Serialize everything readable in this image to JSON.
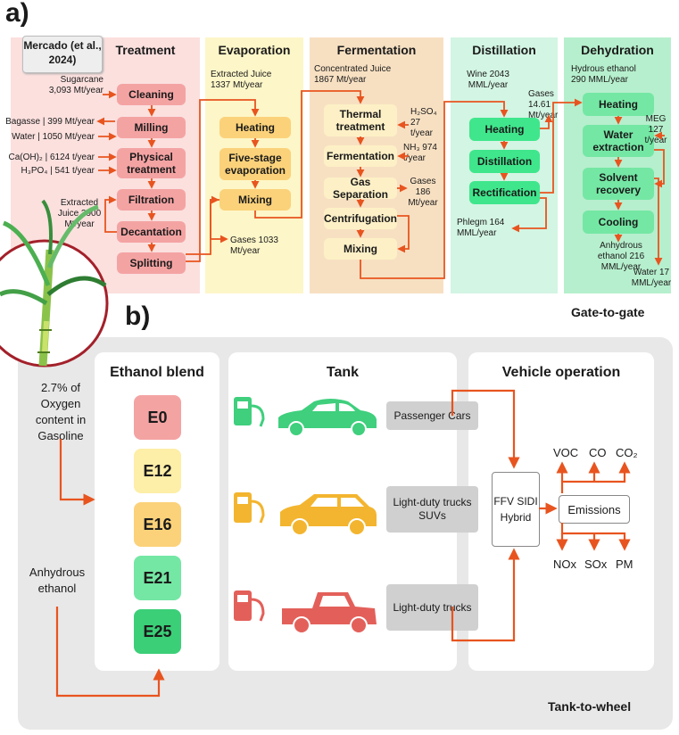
{
  "panel_a_label": "a)",
  "panel_b_label": "b)",
  "mercado": "Mercado (et al., 2024)",
  "gate_to_gate": "Gate-to-gate",
  "tank_to_wheel": "Tank-to-wheel",
  "treatment": {
    "title": "Treatment",
    "boxes": [
      "Cleaning",
      "Milling",
      "Physical treatment",
      "Filtration",
      "Decantation",
      "Splitting"
    ],
    "notes": {
      "sugarcane": "Sugarcane 3,093 Mt/year",
      "bagasse": "Bagasse | 399 Mt/year",
      "water": "Water | 1050 Mt/year",
      "caoh": "Ca(OH)₂ | 6124 t/year",
      "h3po4": "H₃PO₄ | 541 t/year",
      "juice": "Extracted Juice 2900 Mt/year"
    }
  },
  "evaporation": {
    "title": "Evaporation",
    "boxes": [
      "Heating",
      "Five-stage evaporation",
      "Mixing"
    ],
    "notes": {
      "in": "Extracted Juice 1337 Mt/year",
      "gases": "Gases 1033 Mt/year"
    }
  },
  "fermentation": {
    "title": "Fermentation",
    "boxes": [
      "Thermal treatment",
      "Fermentation",
      "Gas Separation",
      "Centrifugation",
      "Mixing"
    ],
    "notes": {
      "in": "Concentrated Juice 1867 Mt/year",
      "h2so4": "H₂SO₄ 27 t/year",
      "nh3": "NH₃ 974 t/year",
      "gases": "Gases 186 Mt/year"
    }
  },
  "distillation": {
    "title": "Distillation",
    "boxes": [
      "Heating",
      "Distillation",
      "Rectification"
    ],
    "notes": {
      "wine": "Wine 2043 MML/year",
      "gases": "Gases 14.61 Mt/year",
      "phlegm": "Phlegm 164 MML/year"
    }
  },
  "dehydration": {
    "title": "Dehydration",
    "boxes": [
      "Heating",
      "Water extraction",
      "Solvent recovery",
      "Cooling"
    ],
    "notes": {
      "in": "Hydrous ethanol 290 MML/year",
      "meg": "MEG 127 t/year",
      "out": "Anhydrous ethanol 216 MML/year",
      "water": "Water 17 MML/year"
    }
  },
  "blend": {
    "title": "Ethanol blend",
    "items": [
      {
        "label": "E0",
        "color": "#f4a3a3"
      },
      {
        "label": "E12",
        "color": "#fdeea8"
      },
      {
        "label": "E16",
        "color": "#fbd27a"
      },
      {
        "label": "E21",
        "color": "#74e7a4"
      },
      {
        "label": "E25",
        "color": "#3bcf78"
      }
    ],
    "oxygen_note": "2.7% of Oxygen content in Gasoline",
    "anhydrous_note": "Anhydrous ethanol"
  },
  "tank": {
    "title": "Tank",
    "vehicles": [
      "Passenger Cars",
      "Light-duty trucks SUVs",
      "Light-duty trucks"
    ],
    "colors": {
      "green": "#3fcf7d",
      "yellow": "#f3b52f",
      "red": "#e3605a"
    }
  },
  "operation": {
    "title": "Vehicle operation",
    "engine": "FFV SIDI Hybrid",
    "emissions": "Emissions",
    "up": [
      "VOC",
      "CO",
      "CO₂"
    ],
    "down": [
      "NOx",
      "SOx",
      "PM"
    ]
  },
  "colors": {
    "arrow": "#e8541f"
  }
}
